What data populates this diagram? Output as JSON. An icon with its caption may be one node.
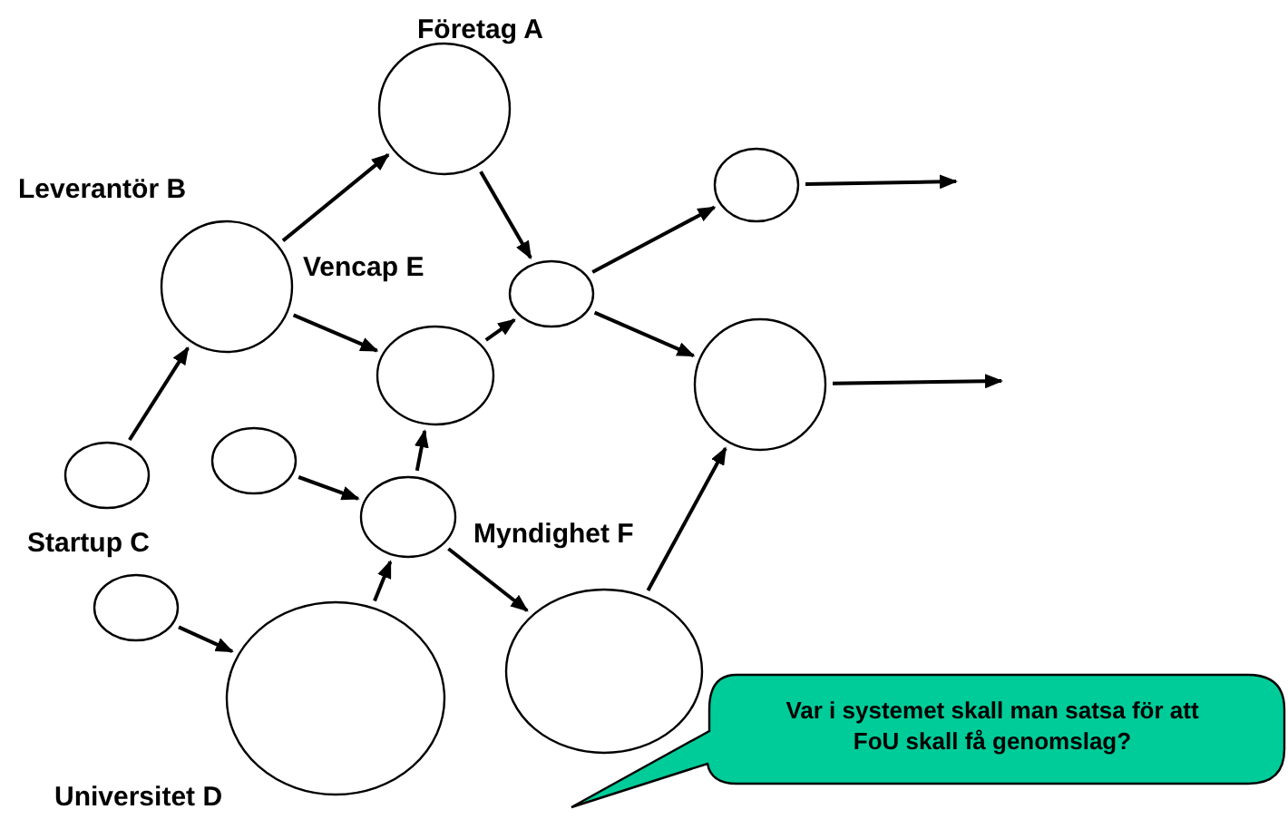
{
  "diagram": {
    "nodes": [
      {
        "text": [
          "Företag A"
        ]
      },
      {
        "text": [
          "Leverantör B"
        ]
      },
      {
        "text": [
          "Vencap E"
        ]
      },
      {
        "text": [],
        "shape": "circle"
      },
      {
        "text": [],
        "shape": "circle"
      },
      {
        "text": [],
        "shape": "circle"
      },
      {
        "text": [],
        "shape": "circle"
      },
      {
        "text": [],
        "shape": "circle"
      },
      {
        "text": [],
        "shape": "circle"
      },
      {
        "text": [
          "Startup C"
        ]
      },
      {
        "text": [
          "Universitet D"
        ]
      },
      {
        "text": [
          "Myndighet F"
        ]
      },
      {
        "text": [
          "Var i systemet skall man satsa för att FoU skall få genomslag?"
        ]
      }
    ],
    "edges": [
      {
        "from": 1,
        "to": 0,
        "arrow": "to"
      },
      {
        "from": 0,
        "to": 3,
        "arrow": "to"
      },
      {
        "from": 6,
        "to": 1,
        "arrow": "to"
      },
      {
        "from": 1,
        "to": 2,
        "arrow": "to"
      },
      {
        "from": 2,
        "to": 3,
        "arrow": "to"
      },
      {
        "from": 7,
        "to": 8,
        "arrow": "to"
      },
      {
        "from": 8,
        "to": 2,
        "arrow": "to"
      },
      {
        "from": 9,
        "to": 10,
        "arrow": "to"
      },
      {
        "from": 10,
        "to": 8,
        "arrow": "to"
      },
      {
        "from": 8,
        "to": 11,
        "arrow": "to"
      },
      {
        "from": 11,
        "to": 5,
        "arrow": "to"
      },
      {
        "from": 3,
        "to": 4,
        "arrow": "to"
      },
      {
        "from": 3,
        "to": 5,
        "arrow": "to"
      },
      {
        "from": 4,
        "to": null,
        "arrow": "to"
      },
      {
        "from": 5,
        "to": null,
        "arrow": "to"
      }
    ]
  }
}
